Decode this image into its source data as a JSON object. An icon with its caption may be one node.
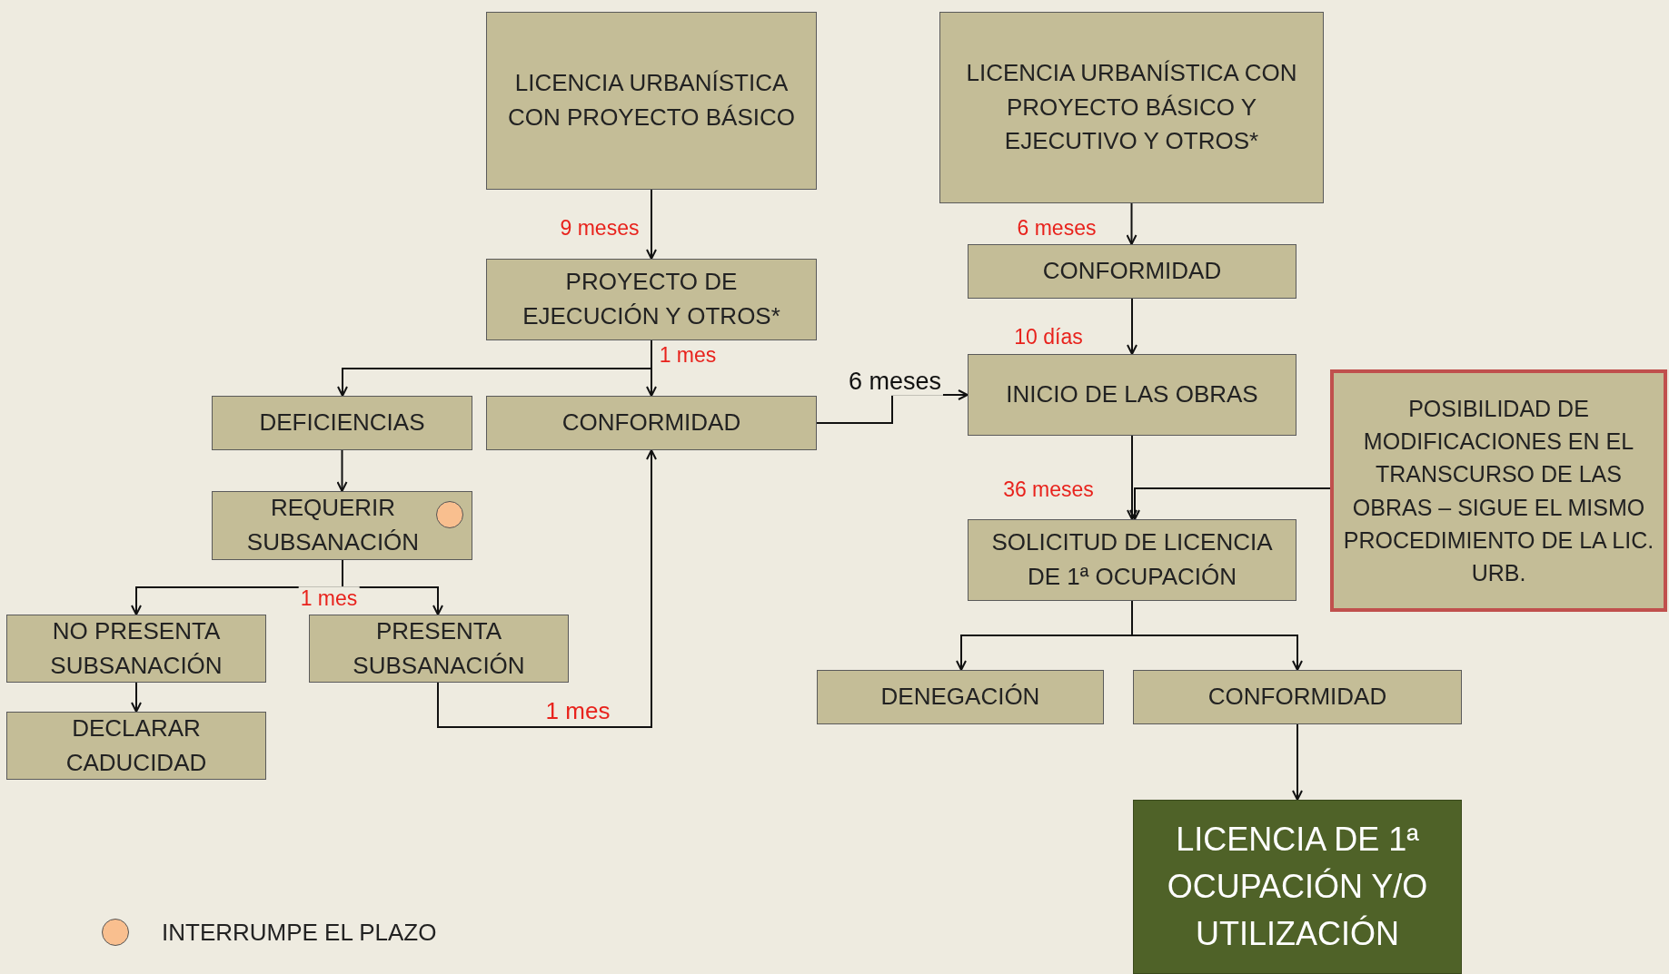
{
  "diagram": {
    "nodes": [
      {
        "text": [
          "LICENCIA URBANÍSTICA CON PROYECTO BÁSICO"
        ]
      },
      {
        "text": [
          "LICENCIA URBANÍSTICA CON PROYECTO BÁSICO Y EJECUTIVO  Y OTROS*"
        ]
      },
      {
        "text": [
          "PROYECTO DE EJECUCIÓN Y OTROS*"
        ]
      },
      {
        "text": [
          "CONFORMIDAD"
        ]
      },
      {
        "text": [
          "DEFICIENCIAS"
        ]
      },
      {
        "text": [
          "CONFORMIDAD"
        ]
      },
      {
        "text": [
          "INICIO DE LAS OBRAS"
        ]
      },
      {
        "text": [
          "POSIBILIDAD DE MODIFICACIONES EN EL TRANSCURSO DE LAS OBRAS – SIGUE EL MISMO PROCEDIMIENTO DE LA LIC. URB."
        ]
      },
      {
        "text": [
          "REQUERIR SUBSANACIÓN"
        ]
      },
      {
        "text": [
          "SOLICITUD DE LICENCIA DE 1ª OCUPACIÓN"
        ]
      },
      {
        "text": [
          "NO PRESENTA SUBSANACIÓN"
        ]
      },
      {
        "text": [
          "PRESENTA SUBSANACIÓN"
        ]
      },
      {
        "text": [
          "DENEGACIÓN"
        ]
      },
      {
        "text": [
          "CONFORMIDAD"
        ]
      },
      {
        "text": [
          "DECLARAR CADUCIDAD"
        ]
      },
      {
        "text": [
          "LICENCIA DE 1ª OCUPACIÓN Y/O UTILIZACIÓN"
        ]
      }
    ],
    "edges": [
      {
        "from": 0,
        "to": 2,
        "arrow": "to",
        "label": "9 meses"
      },
      {
        "from": 2,
        "to": 4,
        "arrow": "to"
      },
      {
        "from": 2,
        "to": 5,
        "arrow": "to",
        "label": "1 mes"
      },
      {
        "from": 1,
        "to": 3,
        "arrow": "to",
        "label": "6 meses"
      },
      {
        "from": 3,
        "to": 6,
        "arrow": "to",
        "label": "10 días"
      },
      {
        "from": 5,
        "to": 6,
        "arrow": "to",
        "label": "6 meses"
      },
      {
        "from": 4,
        "to": 8,
        "arrow": "to"
      },
      {
        "from": 8,
        "to": 10,
        "arrow": "to"
      },
      {
        "from": 8,
        "to": 11,
        "arrow": "to",
        "label": "1 mes"
      },
      {
        "from": 10,
        "to": 14,
        "arrow": "to"
      },
      {
        "from": 11,
        "to": 5,
        "arrow": "to",
        "label": "1 mes"
      },
      {
        "from": 6,
        "to": 9,
        "arrow": "to",
        "label": "36 meses"
      },
      {
        "from": 7,
        "to": 9,
        "arrow": "to"
      },
      {
        "from": 9,
        "to": 12,
        "arrow": "to"
      },
      {
        "from": 9,
        "to": 13,
        "arrow": "to"
      },
      {
        "from": 13,
        "to": 15,
        "arrow": "to"
      }
    ],
    "legend": [
      {
        "text": "INTERRUMPE EL PLAZO",
        "color": "#f9bf8f"
      }
    ]
  }
}
